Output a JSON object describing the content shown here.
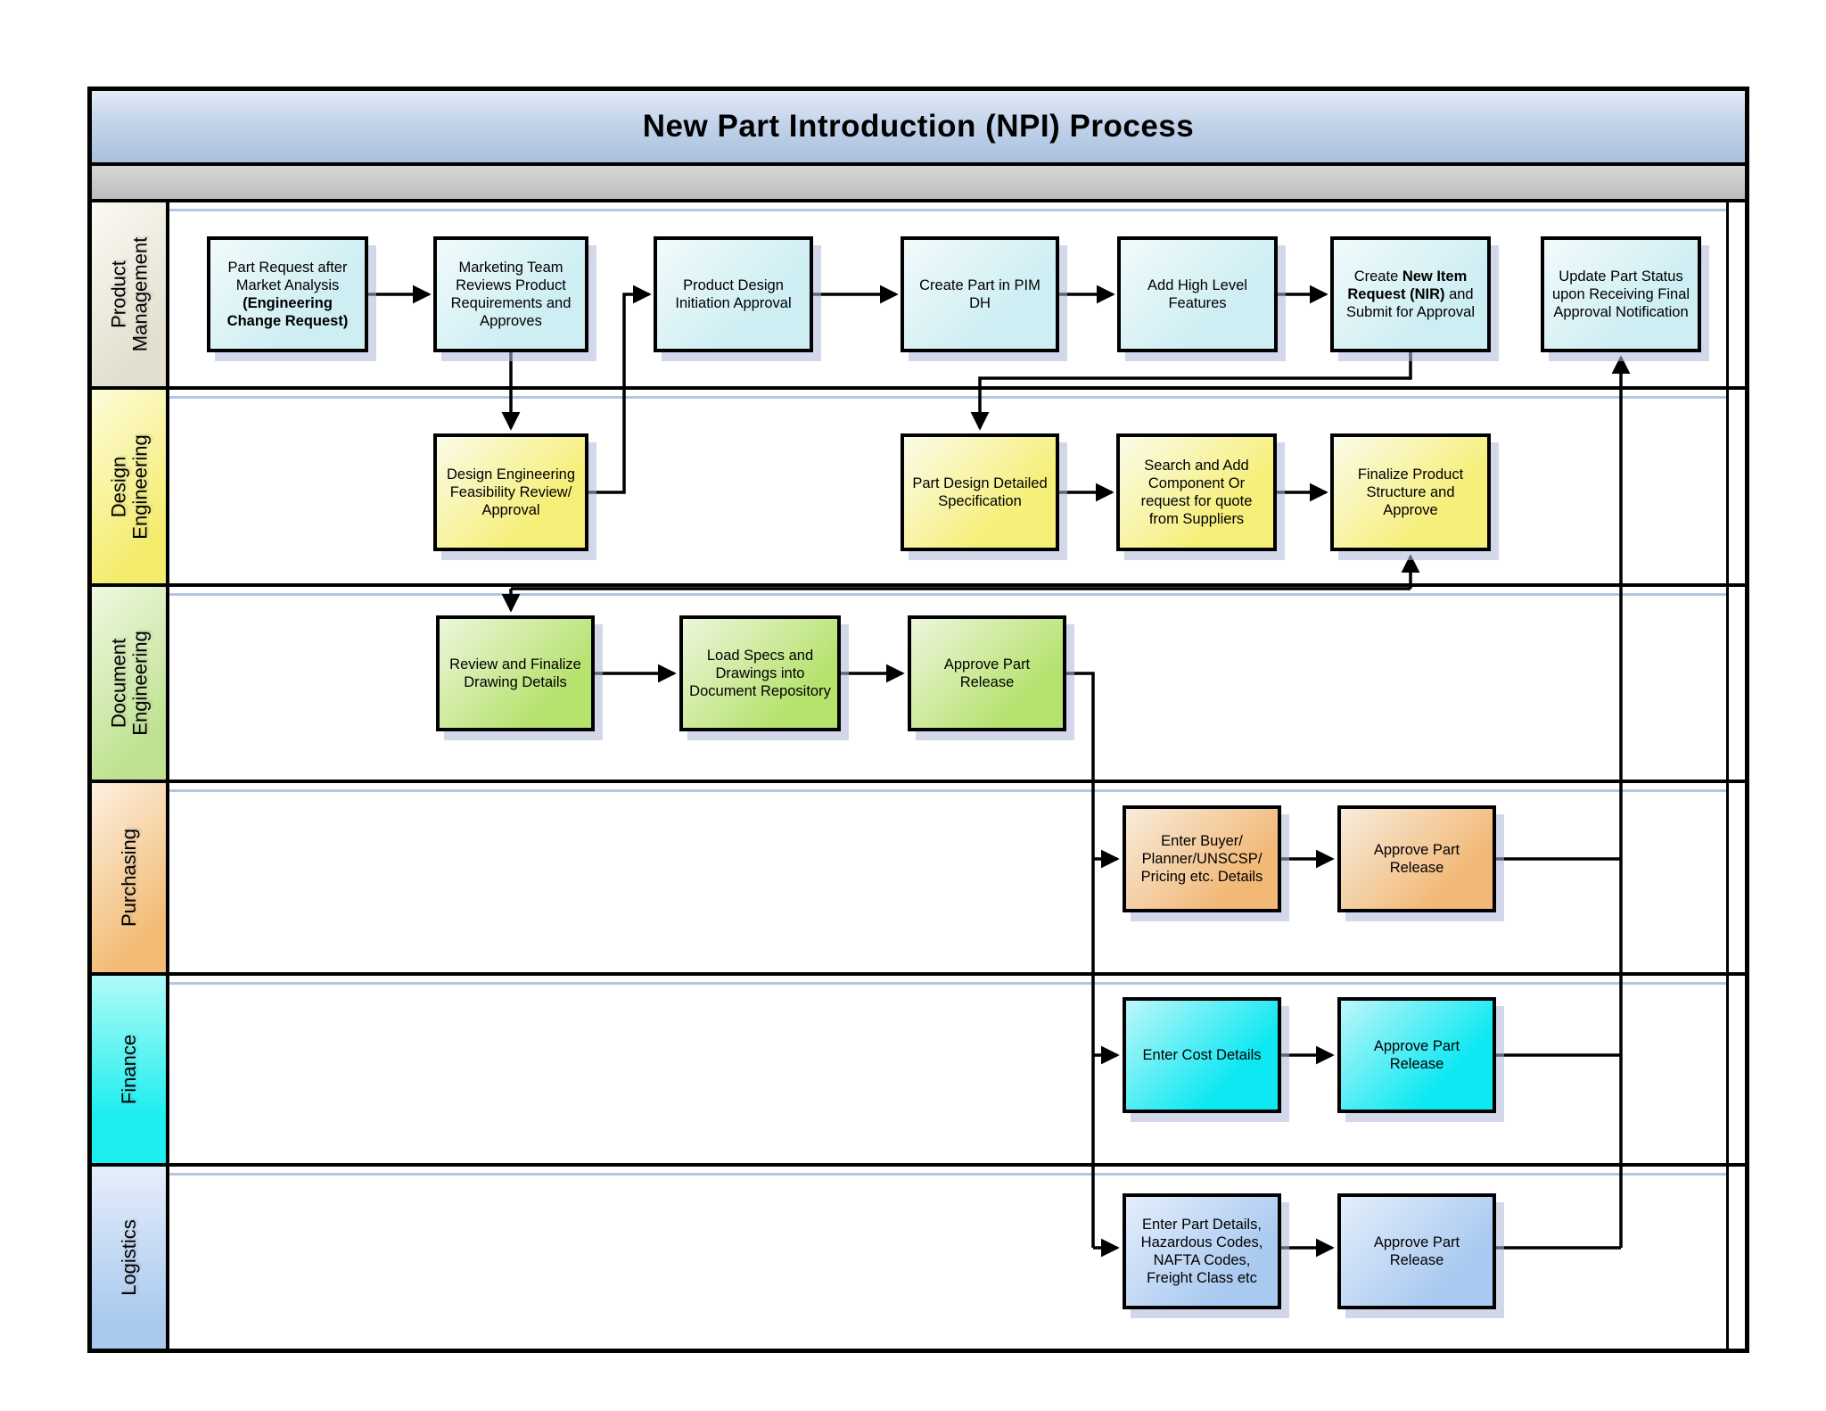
{
  "title": "New Part Introduction (NPI) Process",
  "lanes": [
    {
      "id": "product-management",
      "label": "Product\nManagement",
      "color": "#e2dfce"
    },
    {
      "id": "design-engineering",
      "label": "Design\nEngineering",
      "color": "#f4ec6c"
    },
    {
      "id": "document-engineering",
      "label": "Document\nEngineering",
      "color": "#bfe290"
    },
    {
      "id": "purchasing",
      "label": "Purchasing",
      "color": "#f3bb74"
    },
    {
      "id": "finance",
      "label": "Finance",
      "color": "#1deef0"
    },
    {
      "id": "logistics",
      "label": "Logistics",
      "color": "#a9c9ee"
    }
  ],
  "nodes": {
    "part_request": {
      "pre": "Part Request after Market Analysis ",
      "bold": "(Engineering Change Request)"
    },
    "marketing_review": {
      "text": "Marketing Team Reviews Product Requirements and Approves"
    },
    "product_design_initiation": {
      "text": "Product Design Initiation Approval"
    },
    "create_part_pim": {
      "text": "Create Part in PIM DH"
    },
    "add_high_level_features": {
      "text": "Add High Level Features"
    },
    "create_nir": {
      "pre": "Create ",
      "bold": "New Item Request (NIR)",
      "post": " and Submit for Approval"
    },
    "update_part_status": {
      "text": "Update Part Status upon Receiving Final Approval Notification"
    },
    "design_feasibility": {
      "text": "Design Engineering Feasibility Review/ Approval"
    },
    "part_design_spec": {
      "text": "Part Design Detailed Specification"
    },
    "search_add_component": {
      "text": "Search and Add Component Or request for quote from Suppliers"
    },
    "finalize_product_structure": {
      "text": "Finalize Product Structure and Approve"
    },
    "review_finalize_drawing": {
      "text": "Review and Finalize Drawing Details"
    },
    "load_specs": {
      "text": "Load Specs and Drawings into Document Repository"
    },
    "approve_part_release_doc": {
      "text": "Approve Part Release"
    },
    "enter_buyer_details": {
      "text": "Enter Buyer/ Planner/UNSCSP/ Pricing etc. Details"
    },
    "approve_part_release_purchasing": {
      "text": "Approve Part Release"
    },
    "enter_cost_details": {
      "text": "Enter Cost Details"
    },
    "approve_part_release_finance": {
      "text": "Approve Part Release"
    },
    "enter_part_details_logistics": {
      "text": "Enter Part Details, Hazardous Codes, NAFTA Codes, Freight Class etc"
    },
    "approve_part_release_logistics": {
      "text": "Approve Part Release"
    }
  },
  "colors": {
    "title_bar": "#b6c9e4",
    "header_strip": "#c6c6c6",
    "pm_node": "#cdeef3",
    "design_node": "#f6ef79",
    "document_node": "#b6e26e",
    "purchasing_node": "#f2b876",
    "finance_node": "#0ee8f2",
    "logistics_node": "#a9c9f0",
    "connector": "#000000",
    "lane_highlight": "#b3c6e2"
  }
}
